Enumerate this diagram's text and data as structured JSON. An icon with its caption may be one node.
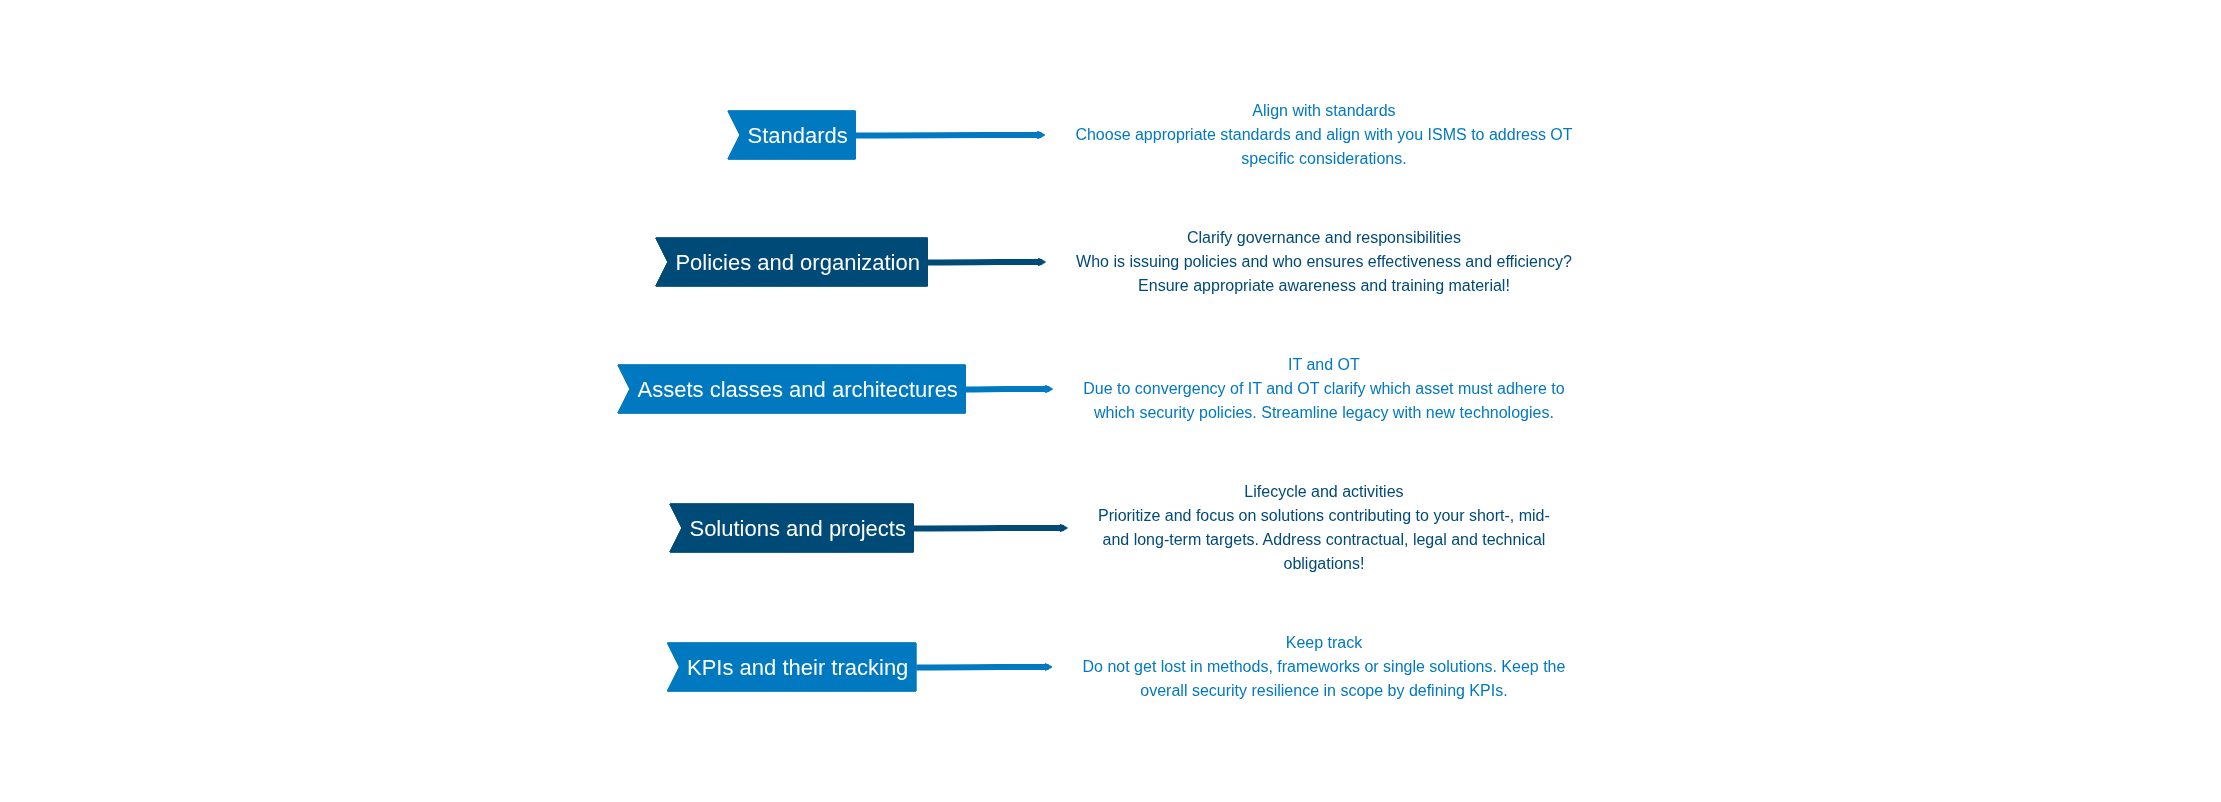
{
  "diagram": {
    "nodes": [
      {
        "text": [
          "Standards"
        ]
      },
      {
        "text": [
          "Align with standards",
          "Choose appropriate standards and align with you ISMS to address OT specific considerations."
        ]
      },
      {
        "text": [
          "Policies and organization"
        ]
      },
      {
        "text": [
          "Clarify governance and responsibilities",
          "Who is issuing policies and who ensures effectiveness and efficiency? Ensure appropriate awareness and training material!"
        ]
      },
      {
        "text": [
          "Assets classes and architectures"
        ]
      },
      {
        "text": [
          "IT and OT",
          "Due to convergency of IT and OT clarify which asset must adhere to which security policies. Streamline legacy with new technologies."
        ]
      },
      {
        "text": [
          "Solutions and projects"
        ]
      },
      {
        "text": [
          "Lifecycle and activities",
          "Prioritize and focus on solutions contributing to your short-, mid- and long-term targets. Address contractual, legal and technical obligations!"
        ]
      },
      {
        "text": [
          "KPIs and their tracking"
        ]
      },
      {
        "text": [
          "Keep track",
          "Do not get lost in methods, frameworks or single solutions. Keep the overall security resilience in scope by defining KPIs."
        ]
      }
    ],
    "edges": [
      {
        "from": 0,
        "to": 1,
        "arrow": "to"
      },
      {
        "from": 2,
        "to": 3,
        "arrow": "to",
        "color": "#004a77"
      },
      {
        "from": 4,
        "to": 5,
        "arrow": "to"
      },
      {
        "from": 6,
        "to": 7,
        "arrow": "to",
        "color": "#004a77"
      },
      {
        "from": 8,
        "to": 9,
        "arrow": "to"
      }
    ]
  }
}
